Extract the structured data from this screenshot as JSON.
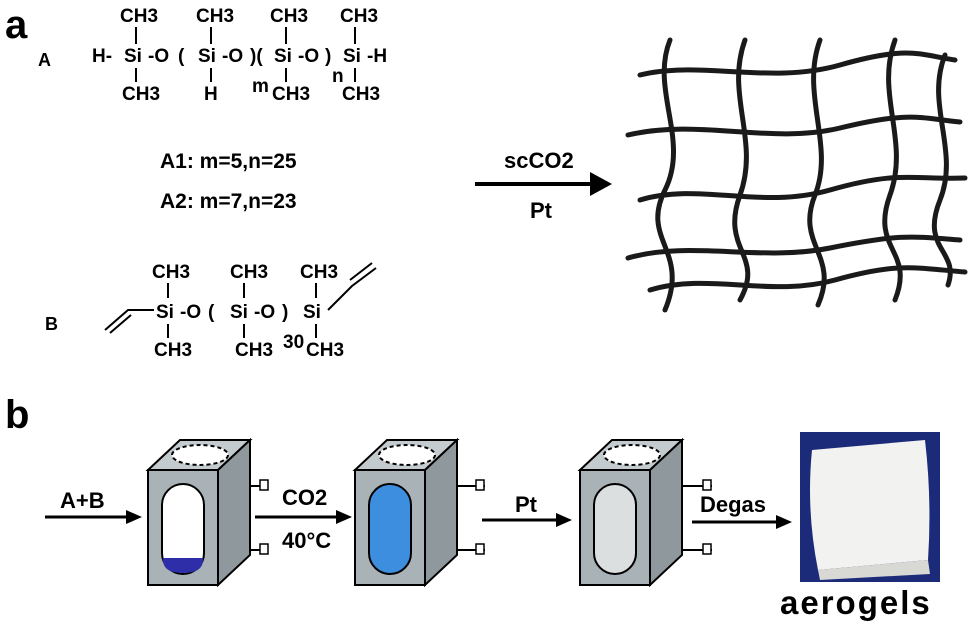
{
  "panel_a": {
    "letter": "a",
    "compound_a": {
      "label": "A",
      "top": [
        "CH3",
        "CH3",
        "CH3",
        "CH3"
      ],
      "main": [
        "H-",
        "Si",
        "-O",
        "(",
        "Si",
        "-O",
        ")(",
        "Si",
        "-O",
        ")",
        "Si",
        "-H"
      ],
      "bottom": [
        "CH3",
        "H",
        "CH3",
        "CH3"
      ],
      "sub_m": "m",
      "sub_n": "n"
    },
    "variants": [
      "A1: m=5,n=25",
      "A2: m=7,n=23"
    ],
    "compound_b": {
      "label": "B",
      "top": [
        "CH3",
        "CH3",
        "CH3"
      ],
      "main": [
        "Si",
        "-O",
        "(",
        "Si",
        "-O",
        ")",
        "Si"
      ],
      "bottom": [
        "CH3",
        "CH3",
        "CH3"
      ],
      "sub_30": "30"
    },
    "arrow_top": "scCO2",
    "arrow_bottom": "Pt"
  },
  "panel_b": {
    "letter": "b",
    "input": "A+B",
    "step1_top": "CO2",
    "step1_bottom": "40°C",
    "step2": "Pt",
    "step3": "Degas",
    "product": "aerogels"
  },
  "colors": {
    "vessel_body": "#a9b2b6",
    "liquid_dark": "#2e2fa8",
    "liquid_blue": "#3e8ee0",
    "gel_light": "#dcdfe0",
    "photo_bg": "#1c2a7a",
    "aerogel": "#f2f2f0"
  }
}
